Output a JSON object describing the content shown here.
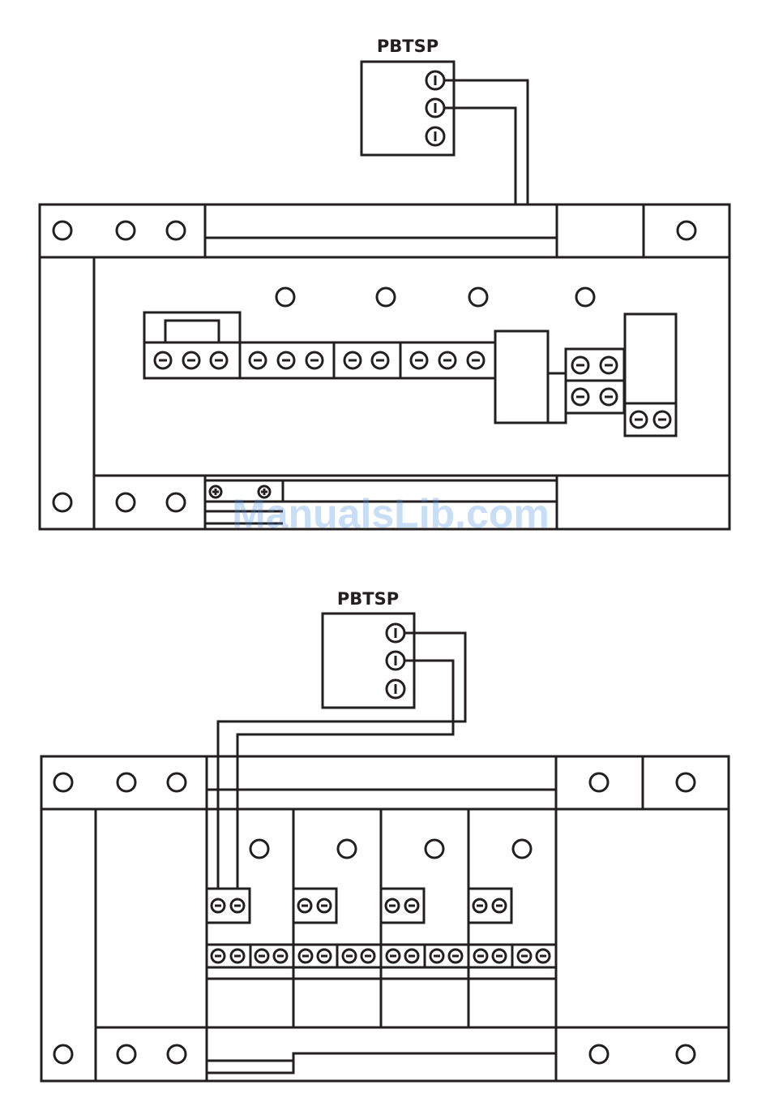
{
  "diagram_top": {
    "pbtsp_label": "PBTSP"
  },
  "diagram_bottom": {
    "pbtsp_label": "PBTSP"
  },
  "watermark": "ManualsLib.com",
  "colors": {
    "line": "#231f20",
    "background": "#ffffff",
    "watermark": "#4a90e2"
  }
}
